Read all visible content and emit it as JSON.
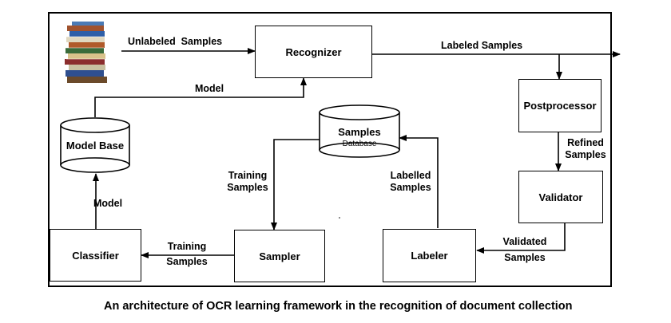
{
  "nodes": {
    "recognizer": "Recognizer",
    "postprocessor": "Postprocessor",
    "validator": "Validator",
    "labeler": "Labeler",
    "sampler": "Sampler",
    "classifier": "Classifier",
    "model_base": "Model Base",
    "samples_db_title": "Samples",
    "samples_db_sub": "Database"
  },
  "edges": {
    "unlabeled_samples": "Unlabeled  Samples",
    "labeled_samples": "Labeled Samples",
    "model_top": "Model",
    "refined_1": "Refined",
    "refined_2": "Samples",
    "validated_1": "Validated",
    "validated_2": "Samples",
    "labelled_1": "Labelled",
    "labelled_2": "Samples",
    "training_a_1": "Training",
    "training_a_2": "Samples",
    "training_b_1": "Training",
    "training_b_2": "Samples",
    "model_left": "Model"
  },
  "caption": "An architecture of OCR learning framework in the recognition of document collection",
  "icons": {
    "books": "stack-of-books-icon"
  }
}
